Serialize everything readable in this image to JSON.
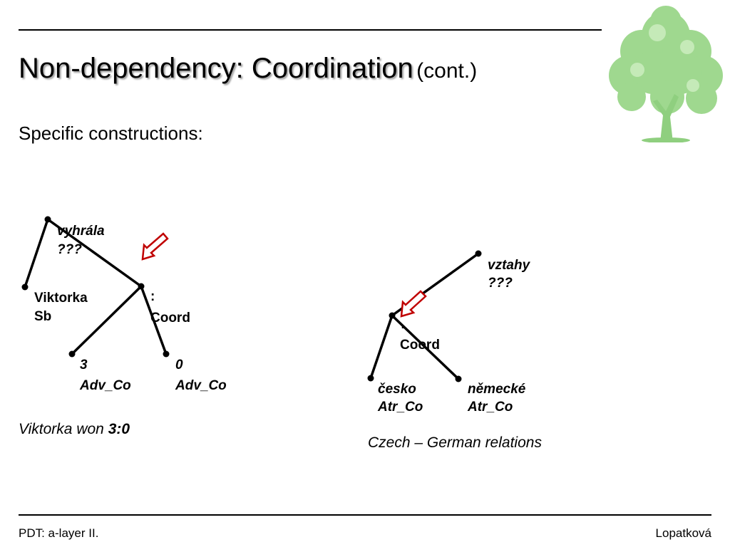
{
  "slide": {
    "title_main": "Non-dependency: Coordination",
    "title_suffix": "(cont.)",
    "subtitle": "Specific constructions:"
  },
  "left_tree": {
    "root": {
      "word": "vyhrála",
      "func": "???"
    },
    "subject": {
      "word": "Viktorka",
      "func": "Sb"
    },
    "coord": {
      "word": ":",
      "func": "Coord"
    },
    "member1": {
      "word": "3",
      "func": "Adv_Co"
    },
    "member2": {
      "word": "0",
      "func": "Adv_Co"
    },
    "caption_prefix": "Viktorka won",
    "caption_bold": "3:0"
  },
  "right_tree": {
    "root": {
      "word": "vztahy",
      "func": "???"
    },
    "coord": {
      "word": "-",
      "func": "Coord"
    },
    "member1": {
      "word": "česko",
      "func": "Atr_Co"
    },
    "member2": {
      "word": "německé",
      "func": "Atr_Co"
    },
    "caption": "Czech – German relations"
  },
  "colors": {
    "arrow": "#c00000",
    "tree_foliage": "#9fd88f",
    "tree_trunk": "#8fcf7f"
  },
  "footer": {
    "left": "PDT: a-layer II.",
    "right": "Lopatková"
  }
}
